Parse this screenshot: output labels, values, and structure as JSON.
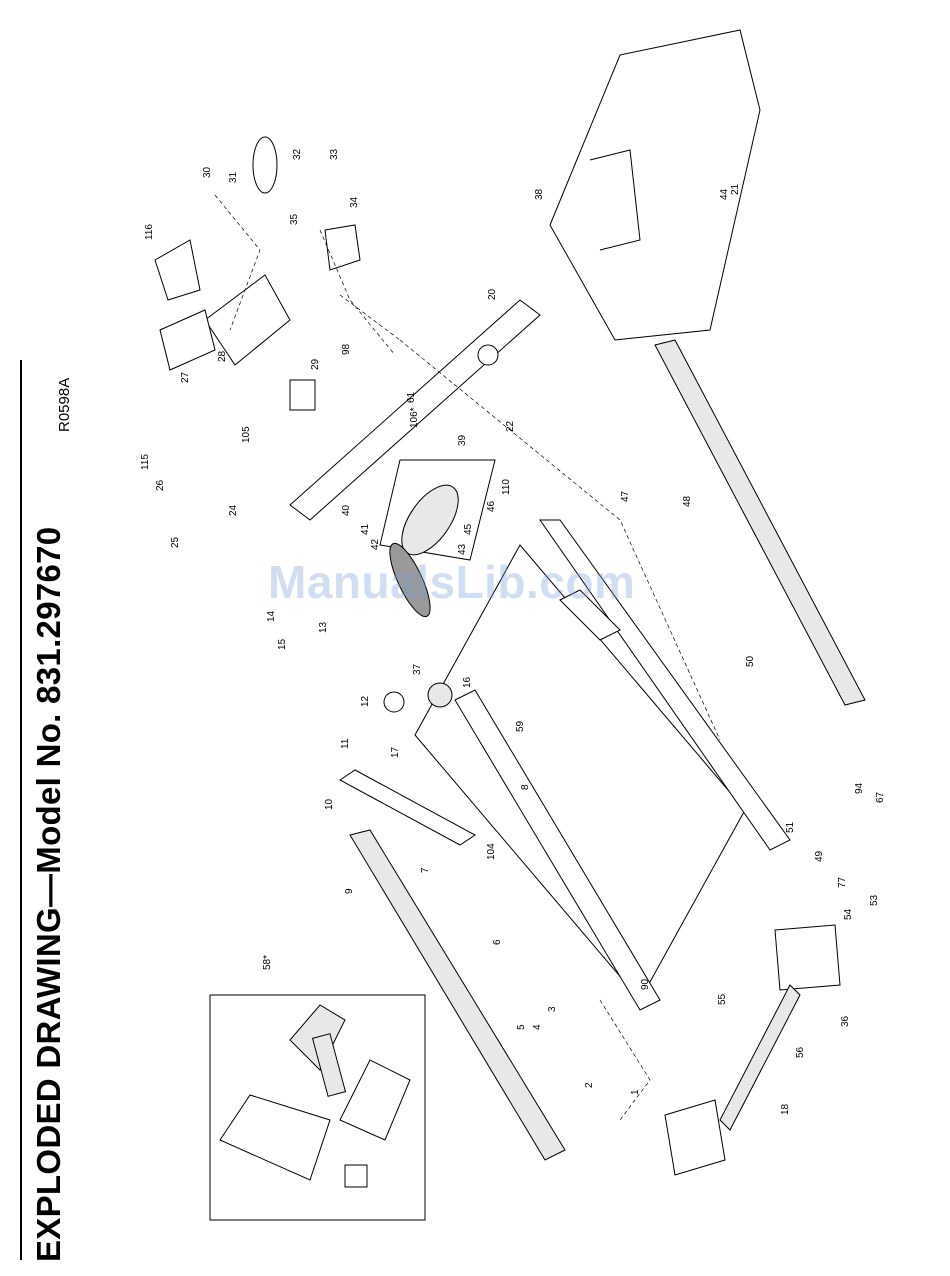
{
  "page": {
    "title": "EXPLODED DRAWING—Model No. 831.297670",
    "drawing_code": "R0598A",
    "watermark": "ManualsLib.com"
  },
  "callouts": [
    "1",
    "2",
    "3",
    "4",
    "5",
    "6",
    "7",
    "8",
    "9",
    "10",
    "11",
    "12",
    "13",
    "14",
    "15",
    "16",
    "17",
    "18",
    "20",
    "21",
    "22",
    "24",
    "25",
    "26",
    "27",
    "28",
    "29",
    "30",
    "31",
    "32",
    "33",
    "34",
    "35",
    "36",
    "37",
    "38",
    "39",
    "40",
    "41",
    "42",
    "43",
    "44",
    "45",
    "46",
    "47",
    "48",
    "49",
    "50",
    "51",
    "53",
    "54",
    "55",
    "56",
    "58*",
    "59",
    "61",
    "67",
    "77",
    "90",
    "94",
    "98",
    "104",
    "105",
    "106*",
    "110",
    "115",
    "116"
  ]
}
